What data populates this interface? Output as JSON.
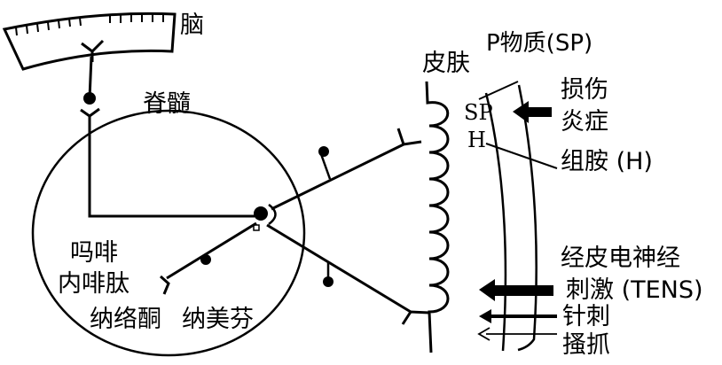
{
  "labels": {
    "brain": "脑",
    "spinal_cord": "脊髓",
    "skin": "皮肤",
    "substance_p": "P物质(SP)",
    "sp": "SP",
    "h": "H",
    "injury": "损伤",
    "inflammation": "炎症",
    "histamine": "组胺 (H)",
    "morphine": "吗啡",
    "endorphin": "内啡肽",
    "naloxone": "纳络酮",
    "nalmefene": "纳美芬",
    "tens_line1": "经皮电神经",
    "tens_line2": "刺激 (TENS)",
    "acupuncture": "针刺",
    "scratch": "搔抓"
  },
  "colors": {
    "ink": "#000000",
    "paper": "#ffffff"
  }
}
